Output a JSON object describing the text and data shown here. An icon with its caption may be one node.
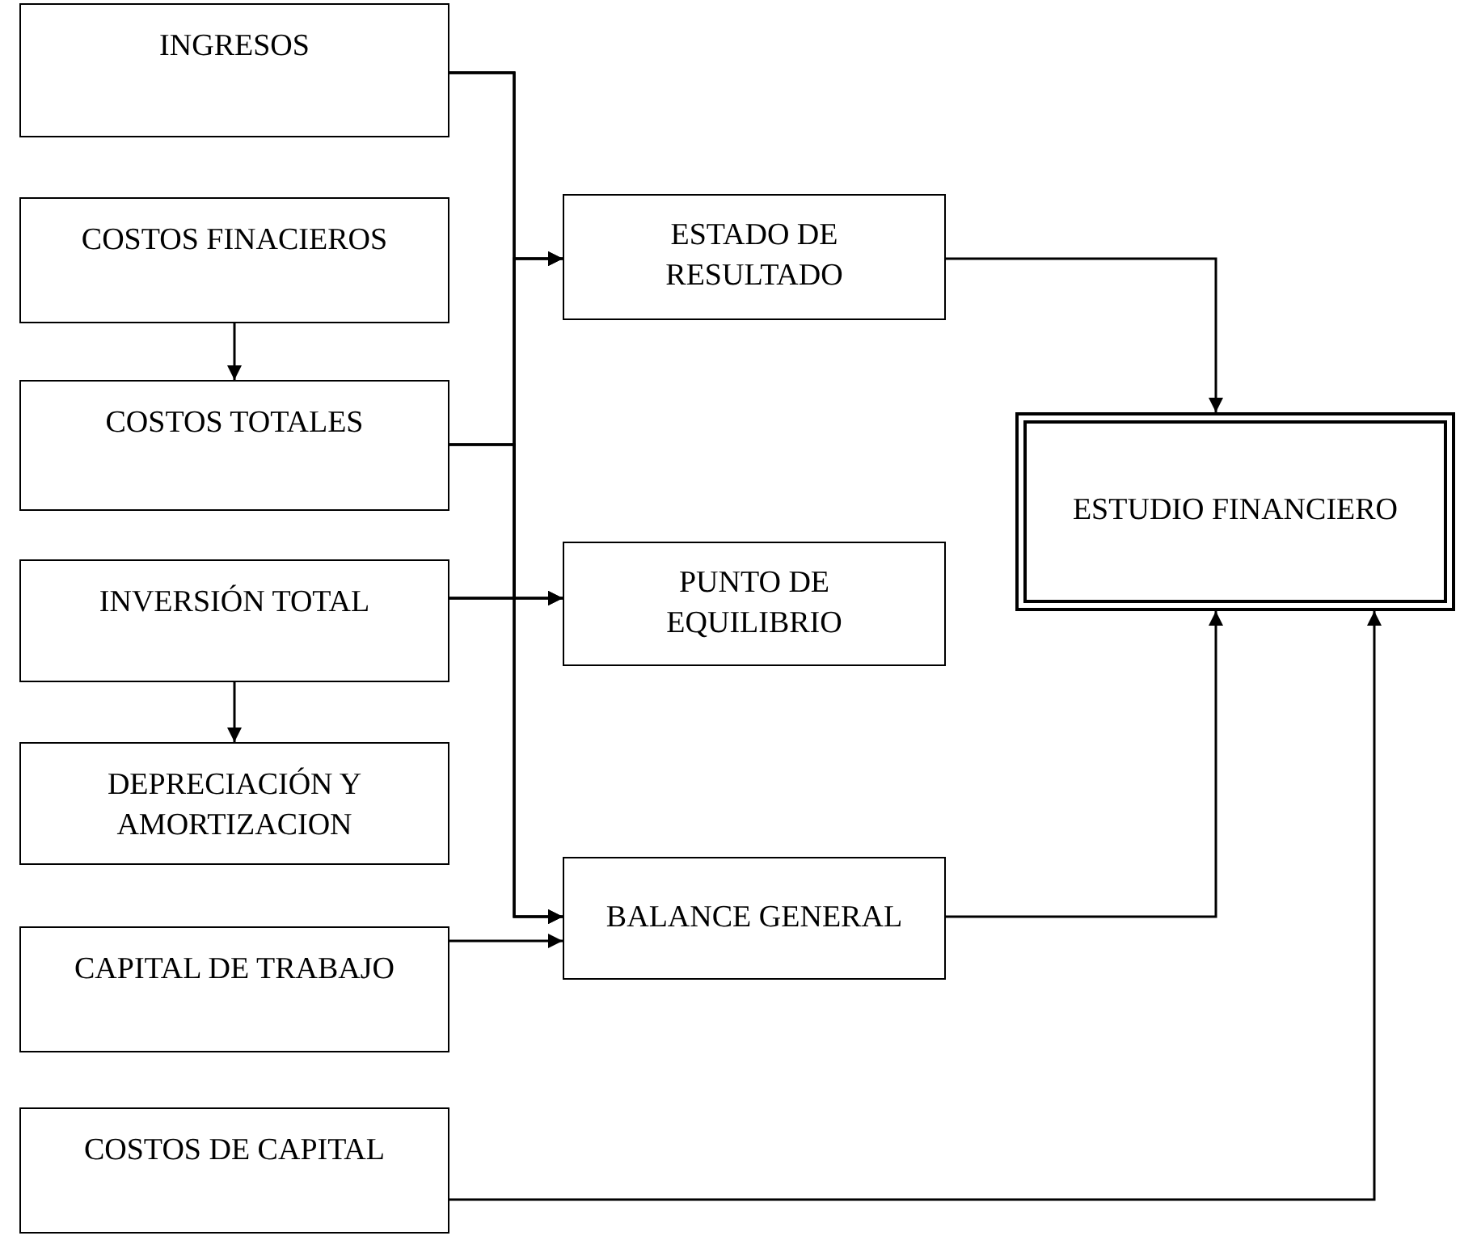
{
  "diagram": {
    "nodes": [
      {
        "text": [
          "INGRESOS"
        ]
      },
      {
        "text": [
          "COSTOS FINACIEROS"
        ]
      },
      {
        "text": [
          "COSTOS TOTALES"
        ]
      },
      {
        "text": [
          "INVERSIÓN TOTAL"
        ]
      },
      {
        "text": [
          "DEPRECIACIÓN Y AMORTIZACION"
        ]
      },
      {
        "text": [
          "CAPITAL DE TRABAJO"
        ]
      },
      {
        "text": [
          "COSTOS DE CAPITAL"
        ]
      },
      {
        "text": [
          "ESTADO DE RESULTADO"
        ]
      },
      {
        "text": [
          "PUNTO DE EQUILIBRIO"
        ]
      },
      {
        "text": [
          "BALANCE GENERAL"
        ]
      },
      {
        "text": [
          "ESTUDIO FINANCIERO"
        ]
      }
    ],
    "edges": [
      {
        "from": 0,
        "to": 7,
        "arrow": "to"
      },
      {
        "from": 0,
        "to": 8,
        "arrow": "to"
      },
      {
        "from": 0,
        "to": 9,
        "arrow": "to"
      },
      {
        "from": 1,
        "to": 2,
        "arrow": "to"
      },
      {
        "from": 2,
        "to": 7,
        "arrow": "to"
      },
      {
        "from": 2,
        "to": 8,
        "arrow": "to"
      },
      {
        "from": 2,
        "to": 9,
        "arrow": "to"
      },
      {
        "from": 3,
        "to": 7,
        "arrow": "to"
      },
      {
        "from": 3,
        "to": 8,
        "arrow": "to"
      },
      {
        "from": 3,
        "to": 9,
        "arrow": "to"
      },
      {
        "from": 3,
        "to": 4,
        "arrow": "to"
      },
      {
        "from": 5,
        "to": 9,
        "arrow": "to"
      },
      {
        "from": 7,
        "to": 10,
        "arrow": "to"
      },
      {
        "from": 9,
        "to": 10,
        "arrow": "to"
      },
      {
        "from": 6,
        "to": 10,
        "arrow": "to"
      }
    ]
  }
}
